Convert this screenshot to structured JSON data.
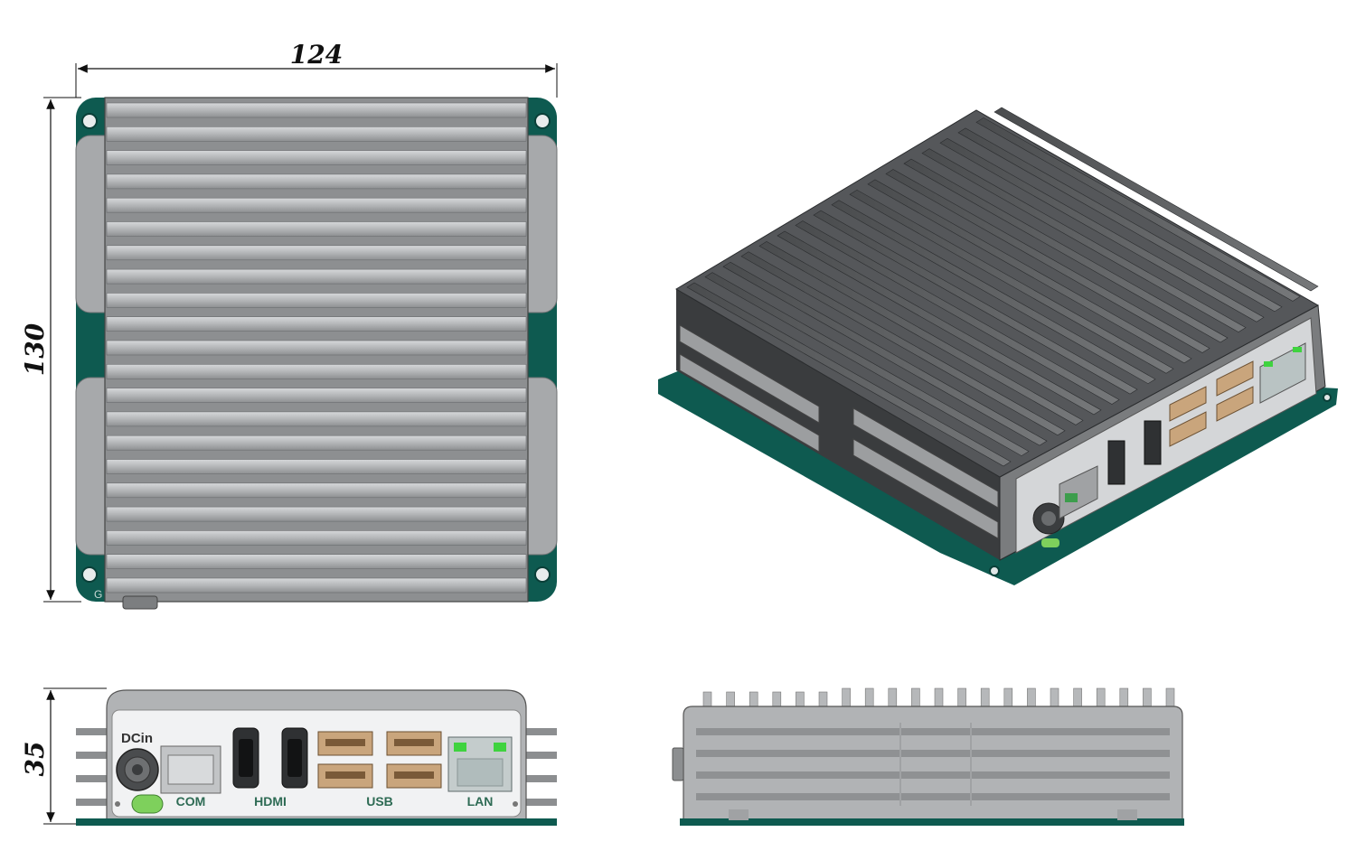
{
  "dimensions": {
    "width_label": "124",
    "height_label": "130",
    "depth_label": "35"
  },
  "corner_mark": "G",
  "ports": {
    "dcin": "DCin",
    "com": "COM",
    "hdmi": "HDMI",
    "usb": "USB",
    "lan": "LAN"
  },
  "colors": {
    "body_gray": "#a9abad",
    "dark_body": "#5c5e60",
    "base_teal": "#0e5a50",
    "usb_orange": "#c9a57c",
    "led_green": "#3fd33f",
    "label_green": "#2e6b54"
  }
}
